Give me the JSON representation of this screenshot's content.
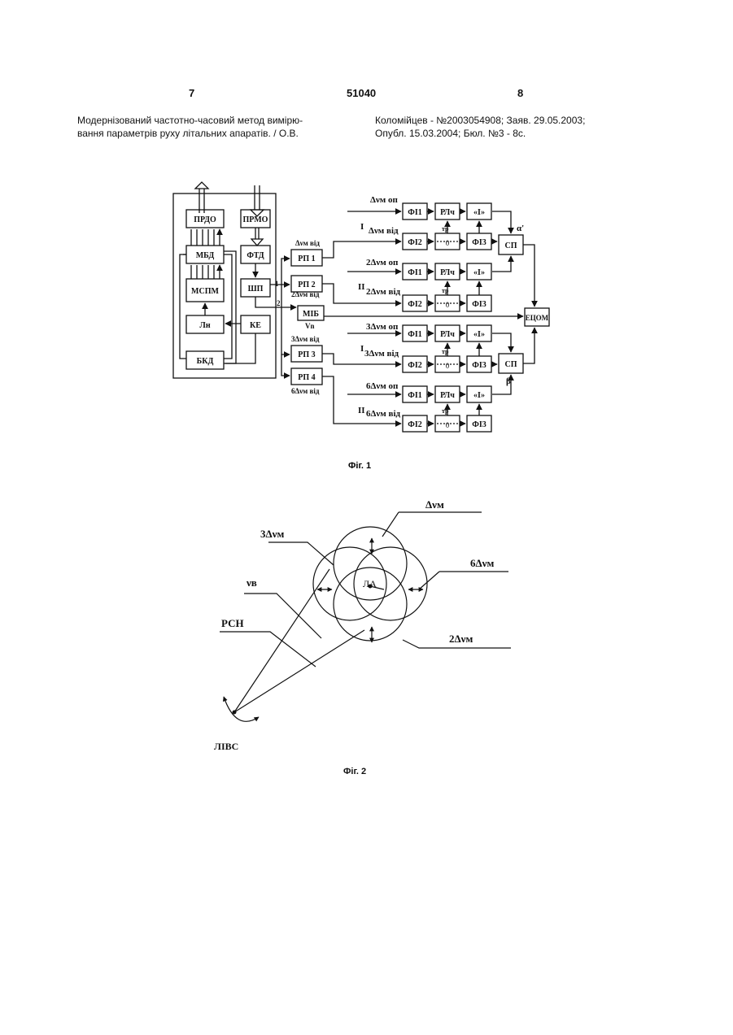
{
  "header": {
    "page_left": "7",
    "patent_number": "51040",
    "page_right": "8"
  },
  "reference": {
    "left_line1": "Модернізований частотно-часовий метод вимірю-",
    "left_line2": "вання параметрів руху літальних апаратів. / О.В.",
    "right_line1": "Коломійцев - №2003054908; Заяв. 29.05.2003;",
    "right_line2": "Опубл. 15.03.2004; Бюл. №3 - 8с."
  },
  "fig1": {
    "caption": "Фіг. 1",
    "blocks": {
      "prdo": "ПРДО",
      "prmo": "ПРМО",
      "mbd": "МБД",
      "ftd": "ФТД",
      "mspm": "МСПМ",
      "shp": "ШП",
      "ln": "Лн",
      "ke": "КЕ",
      "bkd": "БКД",
      "mib": "МІБ",
      "rp1": "РП 1",
      "rp2": "РП 2",
      "rp3": "РП 3",
      "rp4": "РП 4",
      "fi1": "ФІ1",
      "fi2": "ФІ2",
      "fi3": "ФІ3",
      "rlch": "РЛч",
      "int": "«І»",
      "sp": "СП",
      "tsom": "ЕЦОМ"
    },
    "labels": {
      "d1": "Δνм від",
      "d2": "2Δνм від",
      "vn": "Vn",
      "d3": "3Δνм від",
      "d6": "6Δνм від",
      "r1": "Δνм оп",
      "r1b": "Δνм від",
      "r2": "2Δνм оп",
      "r2b": "2Δνм від",
      "r3": "3Δνм оп",
      "r3b": "3Δνм від",
      "r6": "6Δνм оп",
      "r6b": "6Δνм від",
      "roman1": "I",
      "roman2": "II",
      "roman3": "I",
      "roman4": "II",
      "in1": "1",
      "in2": "2",
      "tr": "тр",
      "alpha": "α'",
      "beta": "β'"
    }
  },
  "fig2": {
    "caption": "Фіг. 2",
    "labels": {
      "dv": "Δνм",
      "dv3": "3Δνм",
      "dv6": "6Δνм",
      "dv2": "2Δνм",
      "vb": "νв",
      "rsn": "РСН",
      "la": "ЛА",
      "livs": "ЛІВС"
    }
  }
}
